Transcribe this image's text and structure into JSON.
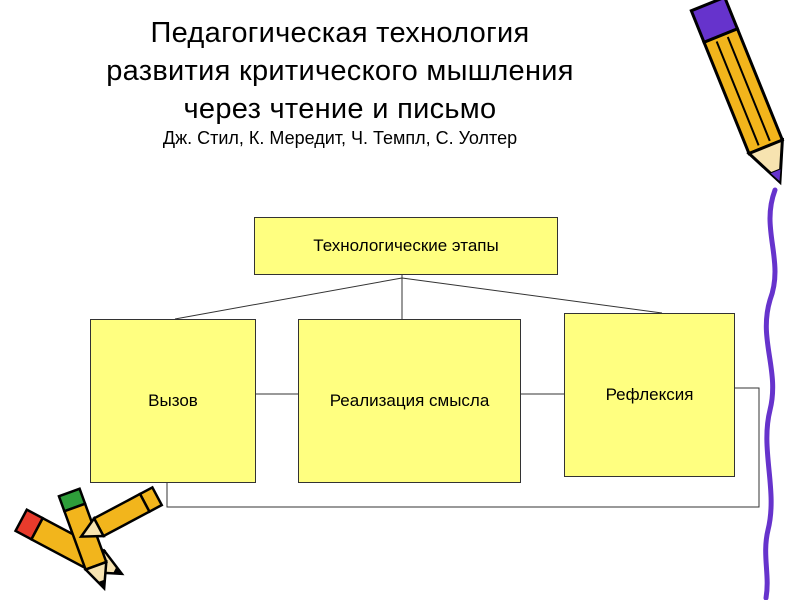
{
  "slide": {
    "title_lines": [
      "Педагогическая технология",
      "развития критического мышления",
      "через чтение и письмо"
    ],
    "authors": "Дж. Стил, К. Мередит, Ч. Темпл, С. Уолтер"
  },
  "diagram": {
    "root": "Технологические этапы",
    "stages": [
      "Вызов",
      "Реализация смысла",
      "Рефлексия"
    ]
  },
  "colors": {
    "box_fill": "#ffff80",
    "line": "#333333",
    "pencil_body": "#f2b51c",
    "pencil_outline": "#000000",
    "squiggle": "#6633cc"
  },
  "decorations": [
    "pencil-icon",
    "pencils-icon",
    "squiggle-line"
  ]
}
